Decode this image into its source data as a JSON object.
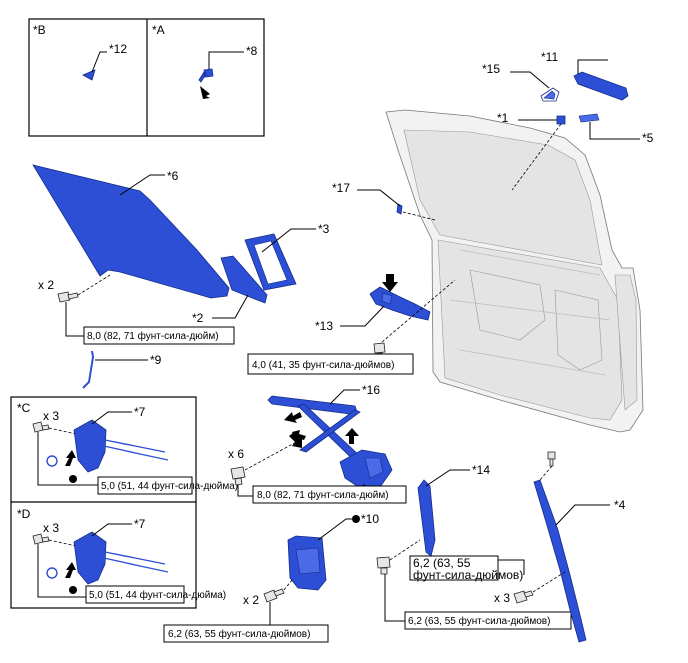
{
  "inset_labels": {
    "b": "*B",
    "a": "*A",
    "c": "*C",
    "d": "*D"
  },
  "callouts": {
    "c1": "*1",
    "c2": "*2",
    "c3": "*3",
    "c4": "*4",
    "c5": "*5",
    "c6": "*6",
    "c7a": "*7",
    "c7b": "*7",
    "c8": "*8",
    "c9": "*9",
    "c10": "*10",
    "c11": "*11",
    "c12": "*12",
    "c13": "*13",
    "c14": "*14",
    "c15": "*15",
    "c16": "*16",
    "c17": "*17"
  },
  "quantities": {
    "q_glass": "x 2",
    "q_c": "x 3",
    "q_d": "x 3",
    "q_reg": "x 6",
    "q_motor": "x 2",
    "q_rail": "x 3"
  },
  "torques": {
    "glass": "8,0 (82, 71 фунт-сила-дюйм)",
    "handle_bracket": "4,0 (41, 35 фунт-сила-дюймов)",
    "lock_c": "5,0 (51, 44 фунт-сила-дюйма)",
    "regulator": "8,0 (82, 71 фунт-сила-дюйм)",
    "lock_d": "5,0 (51, 44 фунт-сила-дюйма)",
    "motor": "6,2 (63, 55 фунт-сила-дюймов)",
    "rail_top_line1": "6,2 (63, 55",
    "rail_top_line2": "фунт-сила-дюймов)",
    "rail_bottom": "6,2 (63, 55 фунт-сила-дюймов)"
  }
}
